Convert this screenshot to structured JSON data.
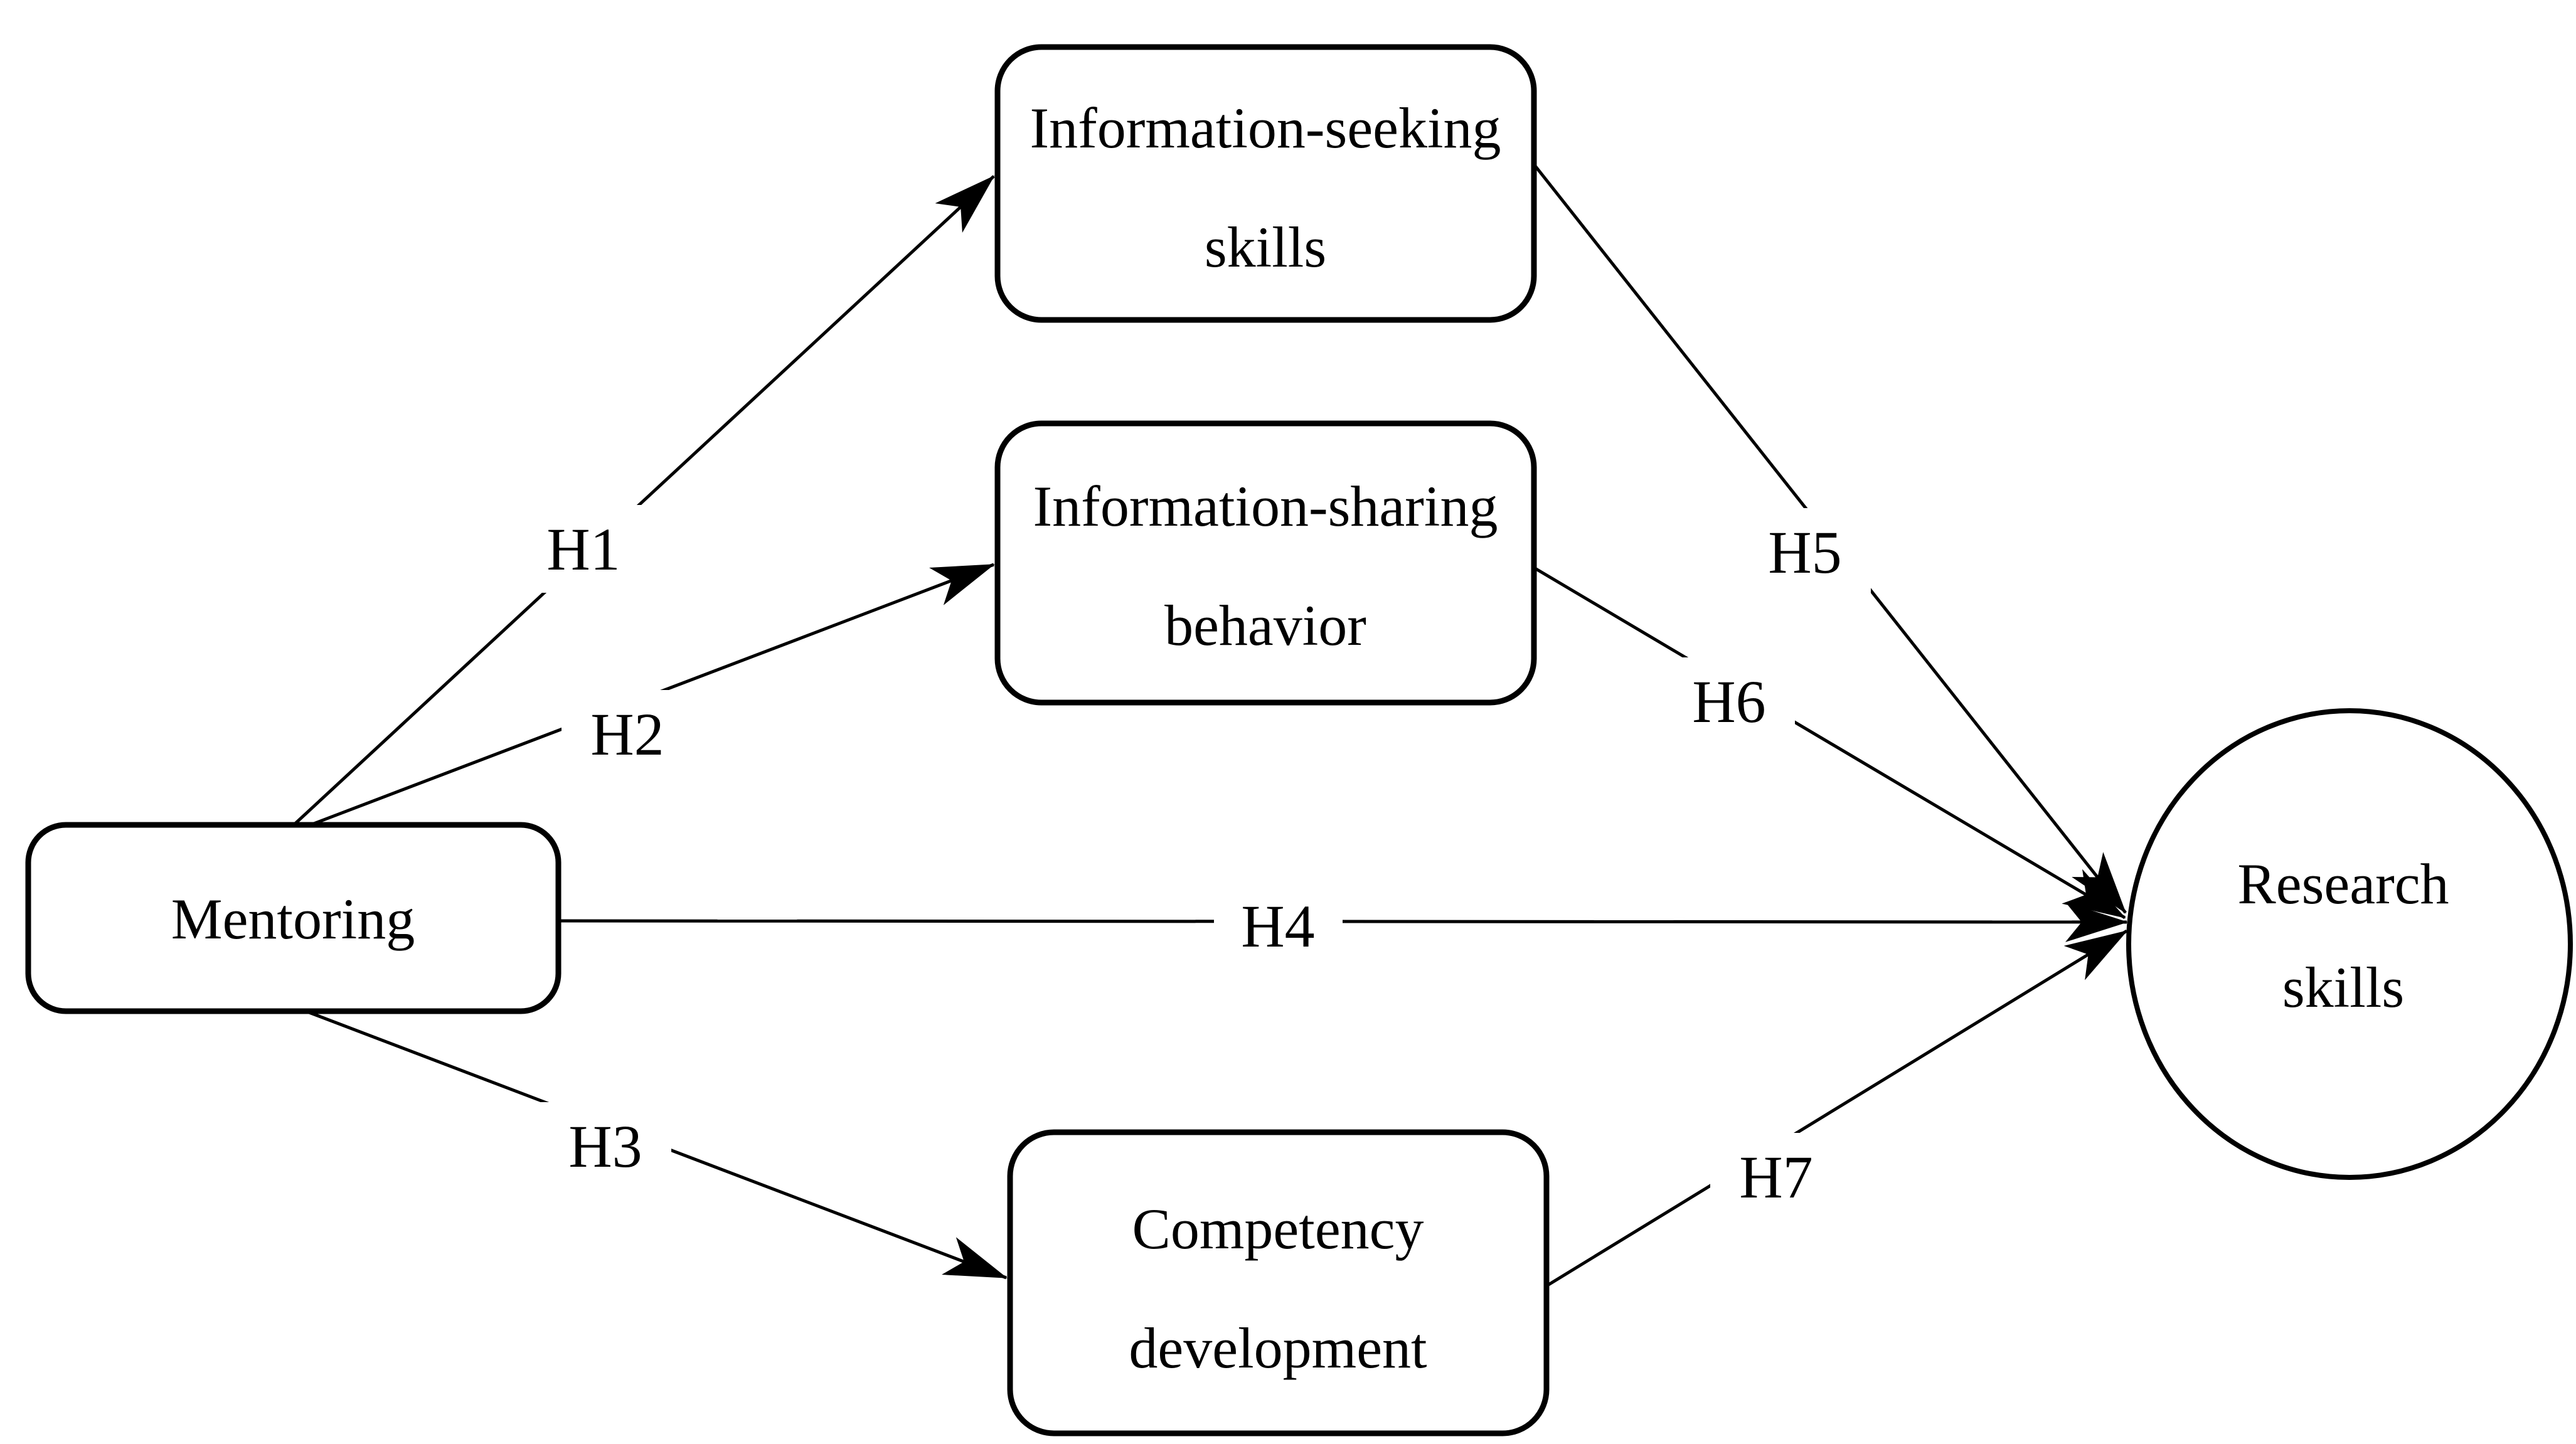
{
  "diagram": {
    "type": "path-model",
    "colors": {
      "background": "#ffffff",
      "stroke": "#000000",
      "text": "#000000"
    },
    "nodes": {
      "mentoring": {
        "label": "Mentoring",
        "lines": [
          "Mentoring"
        ],
        "shape": "rounded-rectangle"
      },
      "info_seeking": {
        "label": "Information-seeking skills",
        "lines": [
          "Information-seeking",
          "skills"
        ],
        "shape": "rounded-rectangle"
      },
      "info_sharing": {
        "label": "Information-sharing behavior",
        "lines": [
          "Information-sharing",
          "behavior"
        ],
        "shape": "rounded-rectangle"
      },
      "competency": {
        "label": "Competency development",
        "lines": [
          "Competency",
          "development"
        ],
        "shape": "rounded-rectangle"
      },
      "research": {
        "label": "Research skills",
        "lines": [
          "Research",
          "skills"
        ],
        "shape": "ellipse"
      }
    },
    "edges": {
      "h1": {
        "label": "H1",
        "from": "mentoring",
        "to": "info_seeking"
      },
      "h2": {
        "label": "H2",
        "from": "mentoring",
        "to": "info_sharing"
      },
      "h3": {
        "label": "H3",
        "from": "mentoring",
        "to": "competency"
      },
      "h4": {
        "label": "H4",
        "from": "mentoring",
        "to": "research"
      },
      "h5": {
        "label": "H5",
        "from": "info_seeking",
        "to": "research"
      },
      "h6": {
        "label": "H6",
        "from": "info_sharing",
        "to": "research"
      },
      "h7": {
        "label": "H7",
        "from": "competency",
        "to": "research"
      }
    }
  }
}
